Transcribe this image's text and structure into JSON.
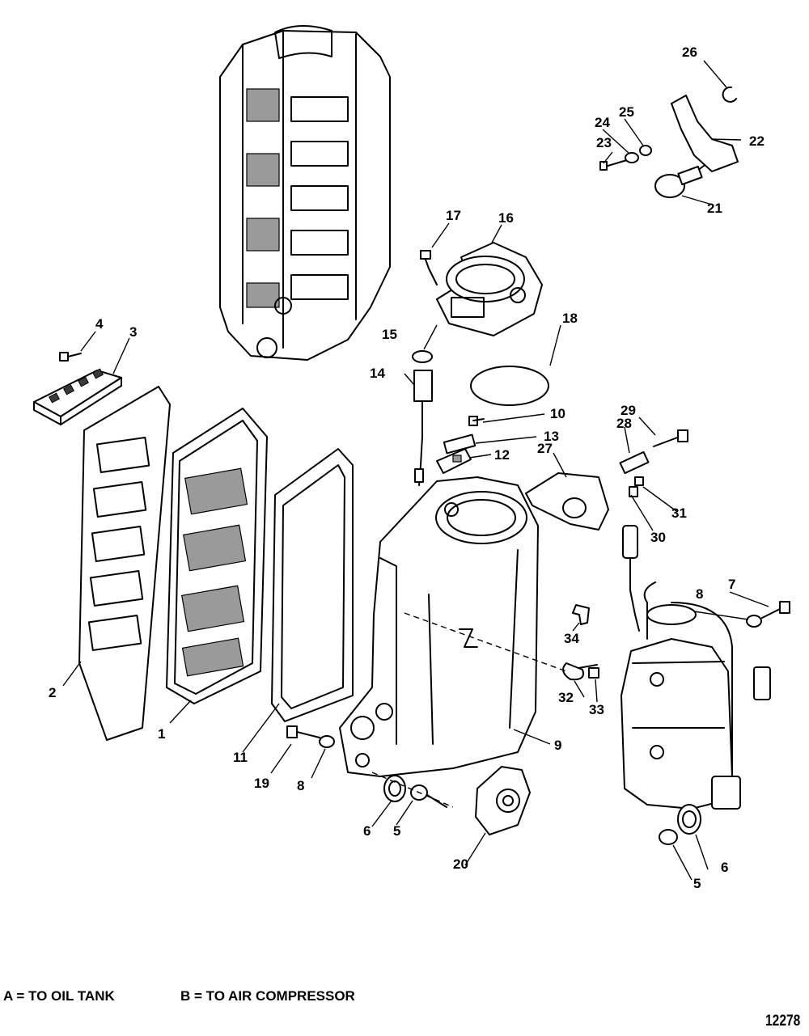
{
  "legend": {
    "a": "A = TO OIL TANK",
    "b": "B = TO AIR COMPRESSOR"
  },
  "drawing_number": "12278",
  "callouts": {
    "c1": "1",
    "c2": "2",
    "c3": "3",
    "c4": "4",
    "c5a": "5",
    "c5b": "5",
    "c6a": "6",
    "c6b": "6",
    "c7": "7",
    "c8a": "8",
    "c8b": "8",
    "c9": "9",
    "c10": "10",
    "c11": "11",
    "c12": "12",
    "c13": "13",
    "c14": "14",
    "c15": "15",
    "c16": "16",
    "c17": "17",
    "c18": "18",
    "c19": "19",
    "c20": "20",
    "c21": "21",
    "c22": "22",
    "c23": "23",
    "c24": "24",
    "c25": "25",
    "c26": "26",
    "c27": "27",
    "c28": "28",
    "c29": "29",
    "c30": "30",
    "c31": "31",
    "c32": "32",
    "c33": "33",
    "c34": "34"
  }
}
